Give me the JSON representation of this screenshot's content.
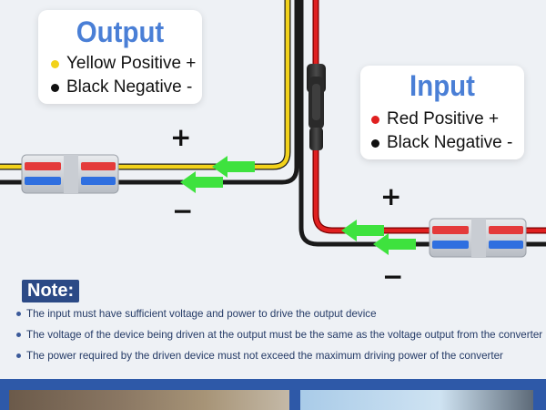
{
  "output_card": {
    "title": "Output",
    "items": [
      {
        "label": "Yellow Positive +",
        "dot_color": "#f2d21a"
      },
      {
        "label": "Black Negative -",
        "dot_color": "#111111"
      }
    ]
  },
  "input_card": {
    "title": "Input",
    "items": [
      {
        "label": "Red Positive +",
        "dot_color": "#e02020"
      },
      {
        "label": "Black Negative -",
        "dot_color": "#111111"
      }
    ]
  },
  "signs": {
    "output_plus": "+",
    "output_minus": "−",
    "input_plus": "+",
    "input_minus": "−"
  },
  "note": {
    "badge": "Note:",
    "items": [
      "The input must have sufficient voltage and power to drive the output device",
      "The voltage of the device being driven at the output must be the same as the voltage output from the converter",
      "The power required by the driven device must not exceed the maximum driving power of the converter"
    ]
  },
  "colors": {
    "title_blue": "#4a7fd6",
    "wire_yellow": "#f2d21a",
    "wire_red": "#e02020",
    "wire_black": "#1a1a1a",
    "arrow_green": "#3ee23e",
    "note_badge_bg": "#2c4a86",
    "bottom_band": "#2e59a8"
  }
}
